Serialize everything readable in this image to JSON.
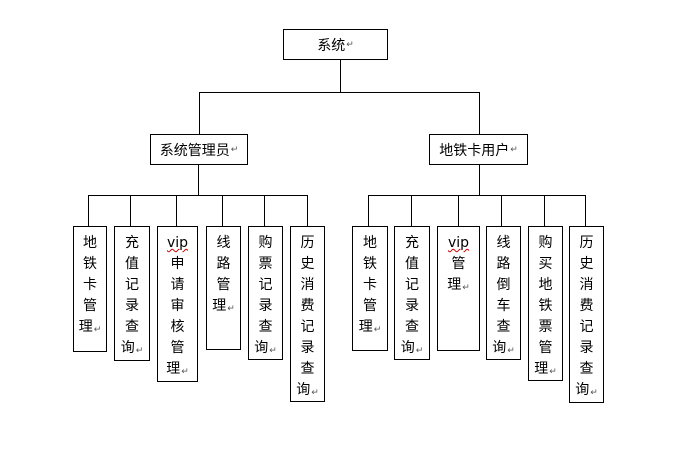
{
  "root": {
    "label": "系统"
  },
  "groups": [
    {
      "label": "系统管理员",
      "children": [
        {
          "label": "地铁卡管理"
        },
        {
          "label": "充值记录查询"
        },
        {
          "label": "vip申请审核管理"
        },
        {
          "label": "线路管理"
        },
        {
          "label": "购票记录查询"
        },
        {
          "label": "历史消费记录查询"
        }
      ]
    },
    {
      "label": "地铁卡用户",
      "children": [
        {
          "label": "地铁卡管理"
        },
        {
          "label": "充值记录查询"
        },
        {
          "label": "vip管理"
        },
        {
          "label": "线路倒车查询"
        },
        {
          "label": "购买地铁票管理"
        },
        {
          "label": "历史消费记录查询"
        }
      ]
    }
  ],
  "paragraph_mark": "↵"
}
